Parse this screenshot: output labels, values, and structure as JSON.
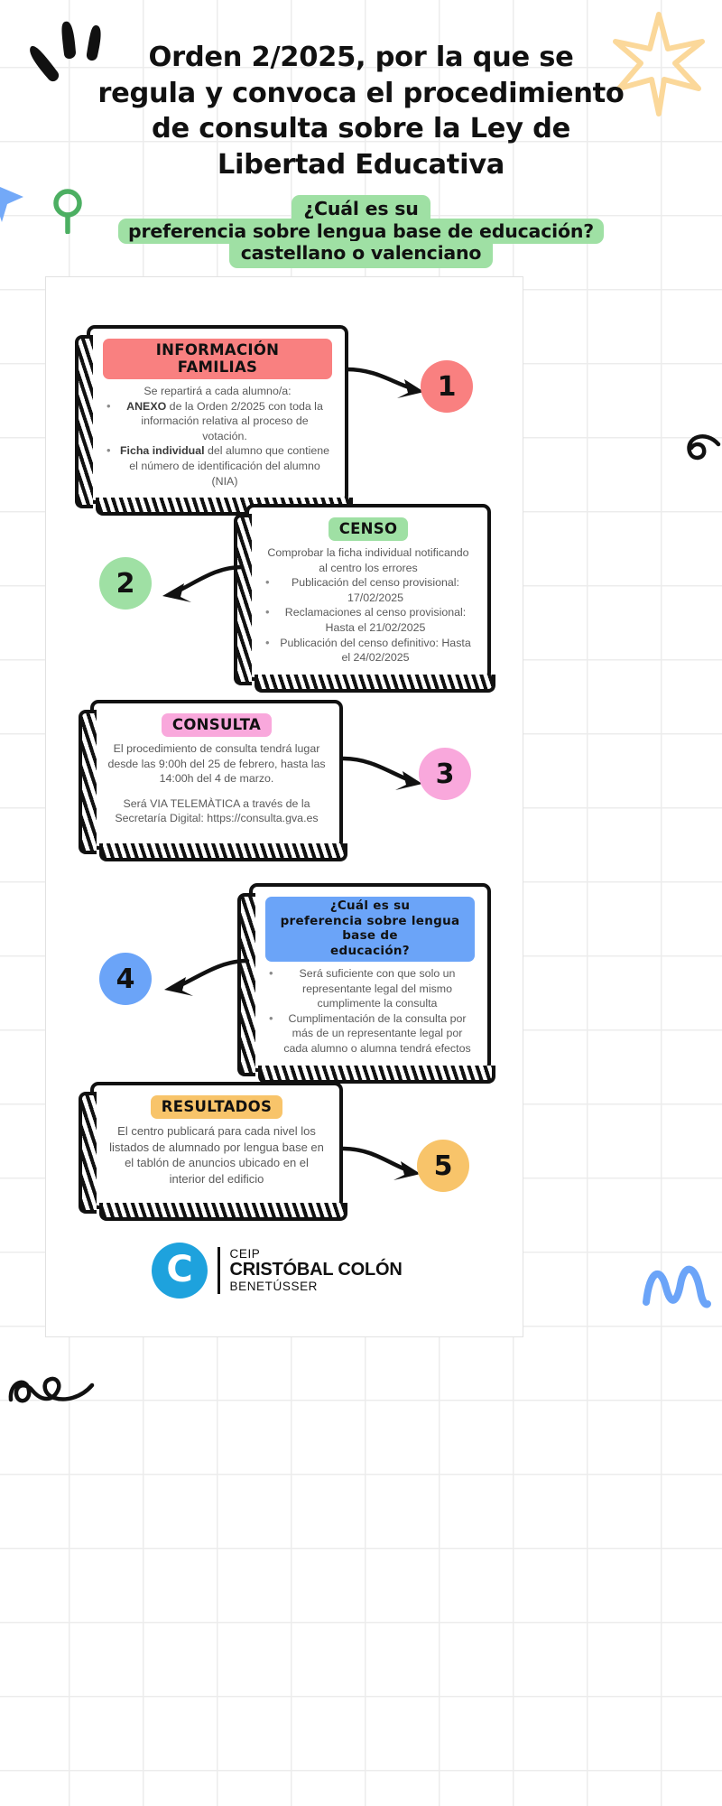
{
  "header": {
    "title_lines": [
      "Orden 2/2025, por la que se",
      "regula y convoca el procedimiento",
      "de consulta sobre la Ley de",
      "Libertad Educativa"
    ],
    "subtitle_lines": [
      "¿Cuál es su",
      "preferencia sobre lengua base de educación?",
      "castellano o valenciano"
    ]
  },
  "colors": {
    "badge_red": "#f98080",
    "badge_green": "#9fe0a4",
    "badge_pink": "#f9a8dc",
    "badge_blue": "#6ba4f8",
    "badge_orange": "#f8c46a",
    "circle_red": "#f98080",
    "circle_green": "#9fe0a4",
    "circle_pink": "#f9a8dc",
    "circle_blue": "#6ba4f8",
    "circle_orange": "#f8c46a",
    "logo_blue": "#1ea2dd",
    "ink": "#111111",
    "body_text": "#5a5a5a"
  },
  "steps": [
    {
      "number": "1",
      "badge": "INFORMACIÓN FAMILIAS",
      "lead": "Se repartirá a cada alumno/a:",
      "bullets": [
        {
          "strong": "ANEXO",
          "rest": " de la Orden 2/2025 con toda la información relativa al proceso de votación."
        },
        {
          "strong": "Ficha individual",
          "rest": " del alumno que contiene el número de identificación del alumno (NIA)"
        }
      ]
    },
    {
      "number": "2",
      "badge": "CENSO",
      "lead": "Comprobar la ficha individual notificando al centro los errores",
      "bullets": [
        {
          "strong": "",
          "rest": "Publicación del censo provisional: 17/02/2025"
        },
        {
          "strong": "",
          "rest": "Reclamaciones al censo provisional: Hasta el 21/02/2025"
        },
        {
          "strong": "",
          "rest": "Publicación del censo definitivo: Hasta el 24/02/2025"
        }
      ]
    },
    {
      "number": "3",
      "badge": "CONSULTA",
      "paragraphs": [
        "El procedimiento de consulta tendrá lugar desde las 9:00h del 25 de febrero, hasta las 14:00h del 4 de marzo.",
        "Será VIA TELEMÀTICA a través de la Secretaría Digital: https://consulta.gva.es"
      ]
    },
    {
      "number": "4",
      "badge_lines": [
        "¿Cuál es su",
        "preferencia sobre lengua base de",
        "educación?"
      ],
      "bullets": [
        {
          "strong": "",
          "rest": "Será suficiente con que solo un representante legal del mismo cumplimente la consulta"
        },
        {
          "strong": "",
          "rest": "Cumplimentación de la consulta por más de un representante legal por cada alumno o alumna tendrá efectos"
        }
      ]
    },
    {
      "number": "5",
      "badge": "RESULTADOS",
      "paragraphs": [
        "El centro publicará para cada nivel los listados de alumnado por lengua base en el tablón de anuncios ubicado en el interior del edificio"
      ]
    }
  ],
  "footer": {
    "logo_letter": "C",
    "line1": "CEIP",
    "line2": "CRISTÓBAL COLÓN",
    "line3": "BENETÚSSER"
  }
}
